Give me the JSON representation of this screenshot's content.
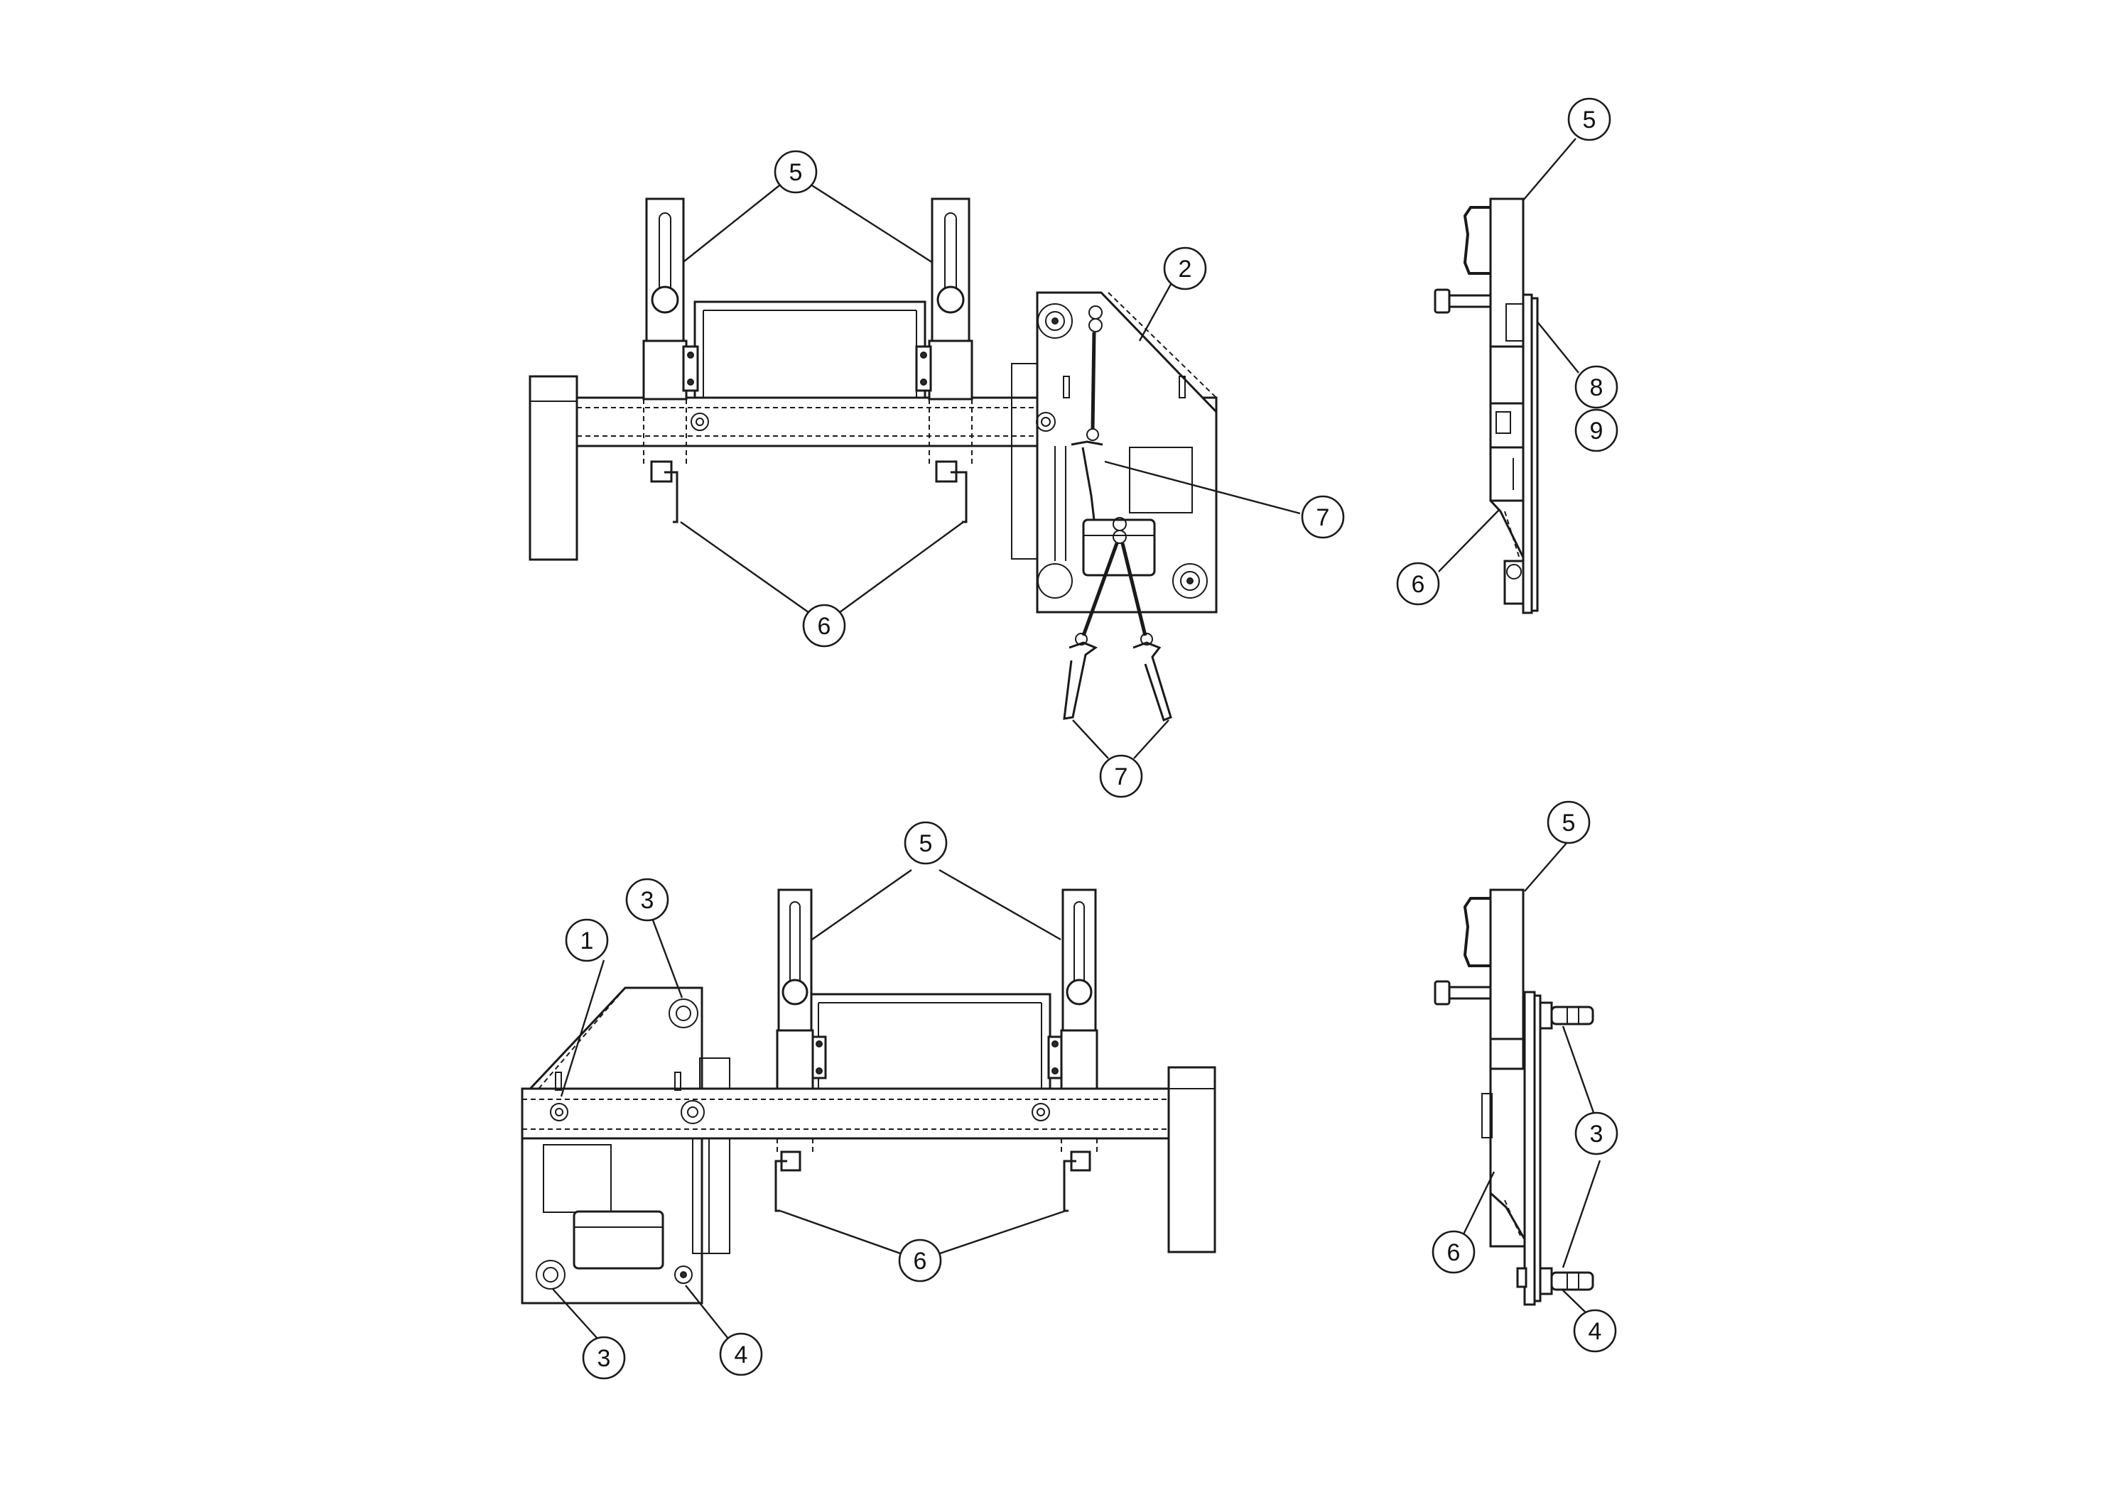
{
  "drawing": {
    "callouts": [
      {
        "id": "top-5",
        "label": "5"
      },
      {
        "id": "top-2",
        "label": "2"
      },
      {
        "id": "top-7a",
        "label": "7"
      },
      {
        "id": "top-6",
        "label": "6"
      },
      {
        "id": "top-7b",
        "label": "7"
      },
      {
        "id": "side1-5",
        "label": "5"
      },
      {
        "id": "side1-8",
        "label": "8"
      },
      {
        "id": "side1-9",
        "label": "9"
      },
      {
        "id": "side1-6",
        "label": "6"
      },
      {
        "id": "bot-5",
        "label": "5"
      },
      {
        "id": "bot-3a",
        "label": "3"
      },
      {
        "id": "bot-1",
        "label": "1"
      },
      {
        "id": "bot-6",
        "label": "6"
      },
      {
        "id": "bot-3b",
        "label": "3"
      },
      {
        "id": "bot-4",
        "label": "4"
      },
      {
        "id": "side2-5",
        "label": "5"
      },
      {
        "id": "side2-3",
        "label": "3"
      },
      {
        "id": "side2-6",
        "label": "6"
      },
      {
        "id": "side2-4",
        "label": "4"
      }
    ]
  }
}
